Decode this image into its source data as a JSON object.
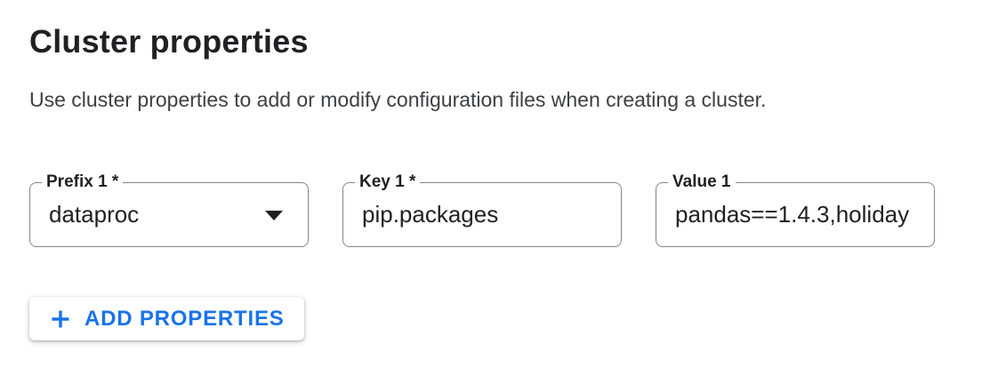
{
  "page": {
    "title": "Cluster properties",
    "description": "Use cluster properties to add or modify configuration files when creating a cluster."
  },
  "property_row": {
    "prefix": {
      "label": "Prefix 1 *",
      "value": "dataproc",
      "icon": "dropdown-arrow-icon"
    },
    "key": {
      "label": "Key 1 *",
      "value": "pip.packages"
    },
    "value": {
      "label": "Value 1",
      "value": "pandas==1.4.3,holiday"
    }
  },
  "actions": {
    "add_properties": {
      "label": "ADD PROPERTIES",
      "icon": "plus-icon"
    }
  },
  "colors": {
    "accent_blue": "#1a73e8",
    "field_border": "#80868b",
    "text_primary": "#202124",
    "text_secondary": "#3c4043"
  }
}
